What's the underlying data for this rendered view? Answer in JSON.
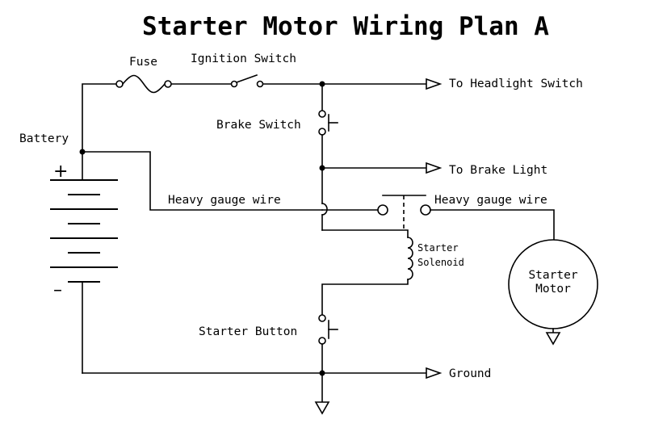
{
  "title": "Starter Motor Wiring Plan A",
  "labels": {
    "fuse": "Fuse",
    "ignition_switch": "Ignition Switch",
    "to_headlight_switch": "To Headlight Switch",
    "brake_switch": "Brake Switch",
    "battery": "Battery",
    "positive": "+",
    "negative": "–",
    "to_brake_light": "To Brake Light",
    "heavy_gauge_wire_left": "Heavy gauge wire",
    "heavy_gauge_wire_right": "Heavy gauge wire",
    "starter_solenoid_line1": "Starter",
    "starter_solenoid_line2": "Solenoid",
    "starter_motor_line1": "Starter",
    "starter_motor_line2": "Motor",
    "starter_button": "Starter Button",
    "ground": "Ground"
  },
  "colors": {
    "line": "#000000",
    "background": "#ffffff"
  }
}
